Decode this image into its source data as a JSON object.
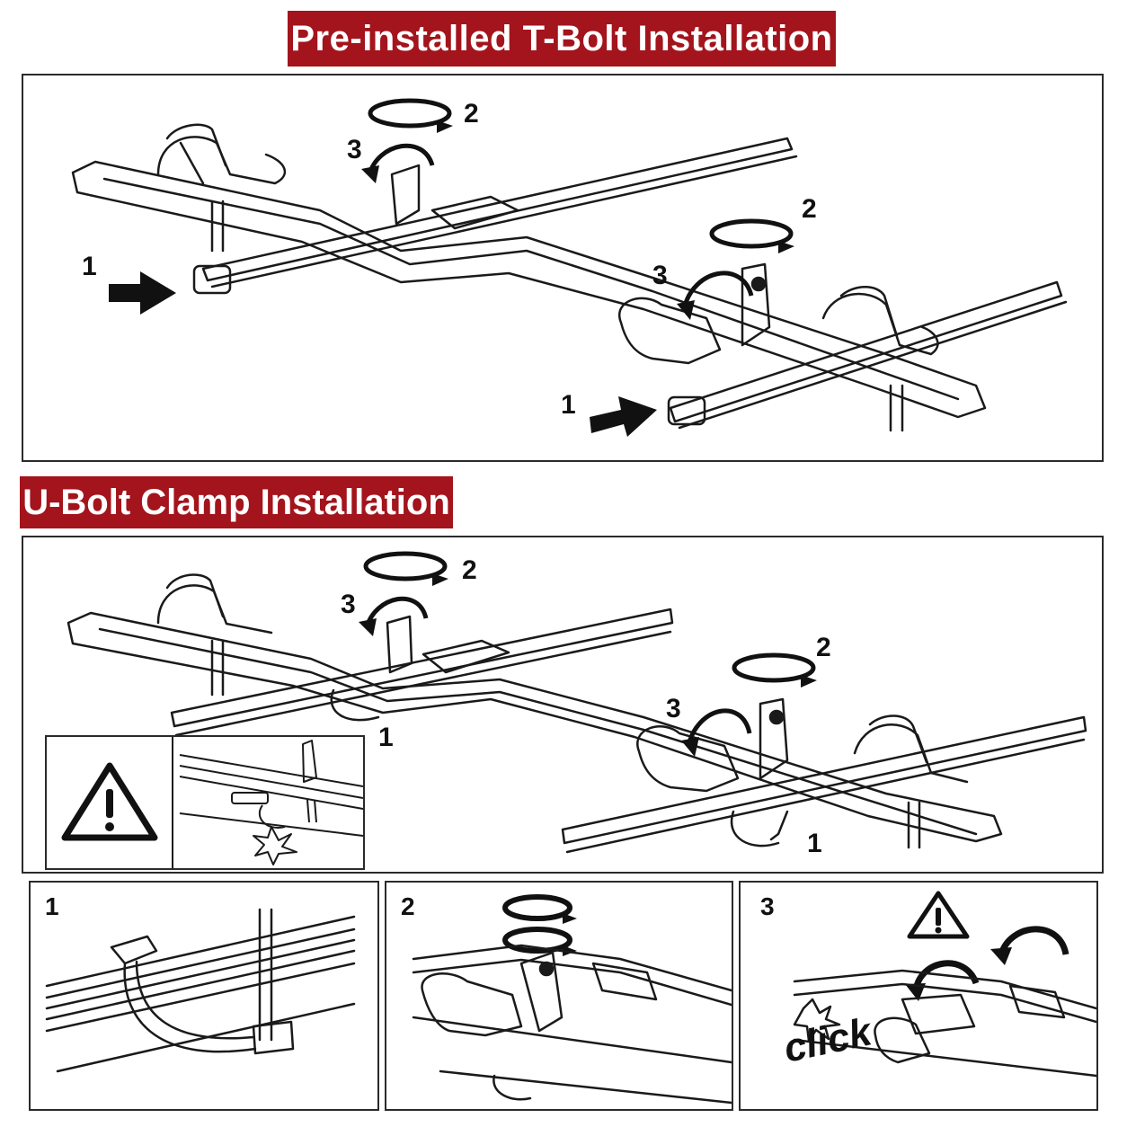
{
  "banners": {
    "tbolt_title": "Pre-installed T-Bolt Installation",
    "ubolt_title": "U-Bolt Clamp Installation"
  },
  "tbolt_panel": {
    "left_step_push": "1",
    "left_step_rotate": "2",
    "left_step_flip": "3",
    "right_step_push": "1",
    "right_step_rotate": "2",
    "right_step_flip": "3"
  },
  "ubolt_panel": {
    "left_step_clamp": "1",
    "left_step_rotate": "2",
    "left_step_flip": "3",
    "right_step_clamp": "1",
    "right_step_rotate": "2",
    "right_step_flip": "3"
  },
  "steps": {
    "step1_label": "1",
    "step2_label": "2",
    "step3_label": "3",
    "click_text": "click"
  },
  "colors": {
    "banner_red": "#a3141c",
    "line": "#1a1a1a",
    "arrow": "#111111"
  }
}
